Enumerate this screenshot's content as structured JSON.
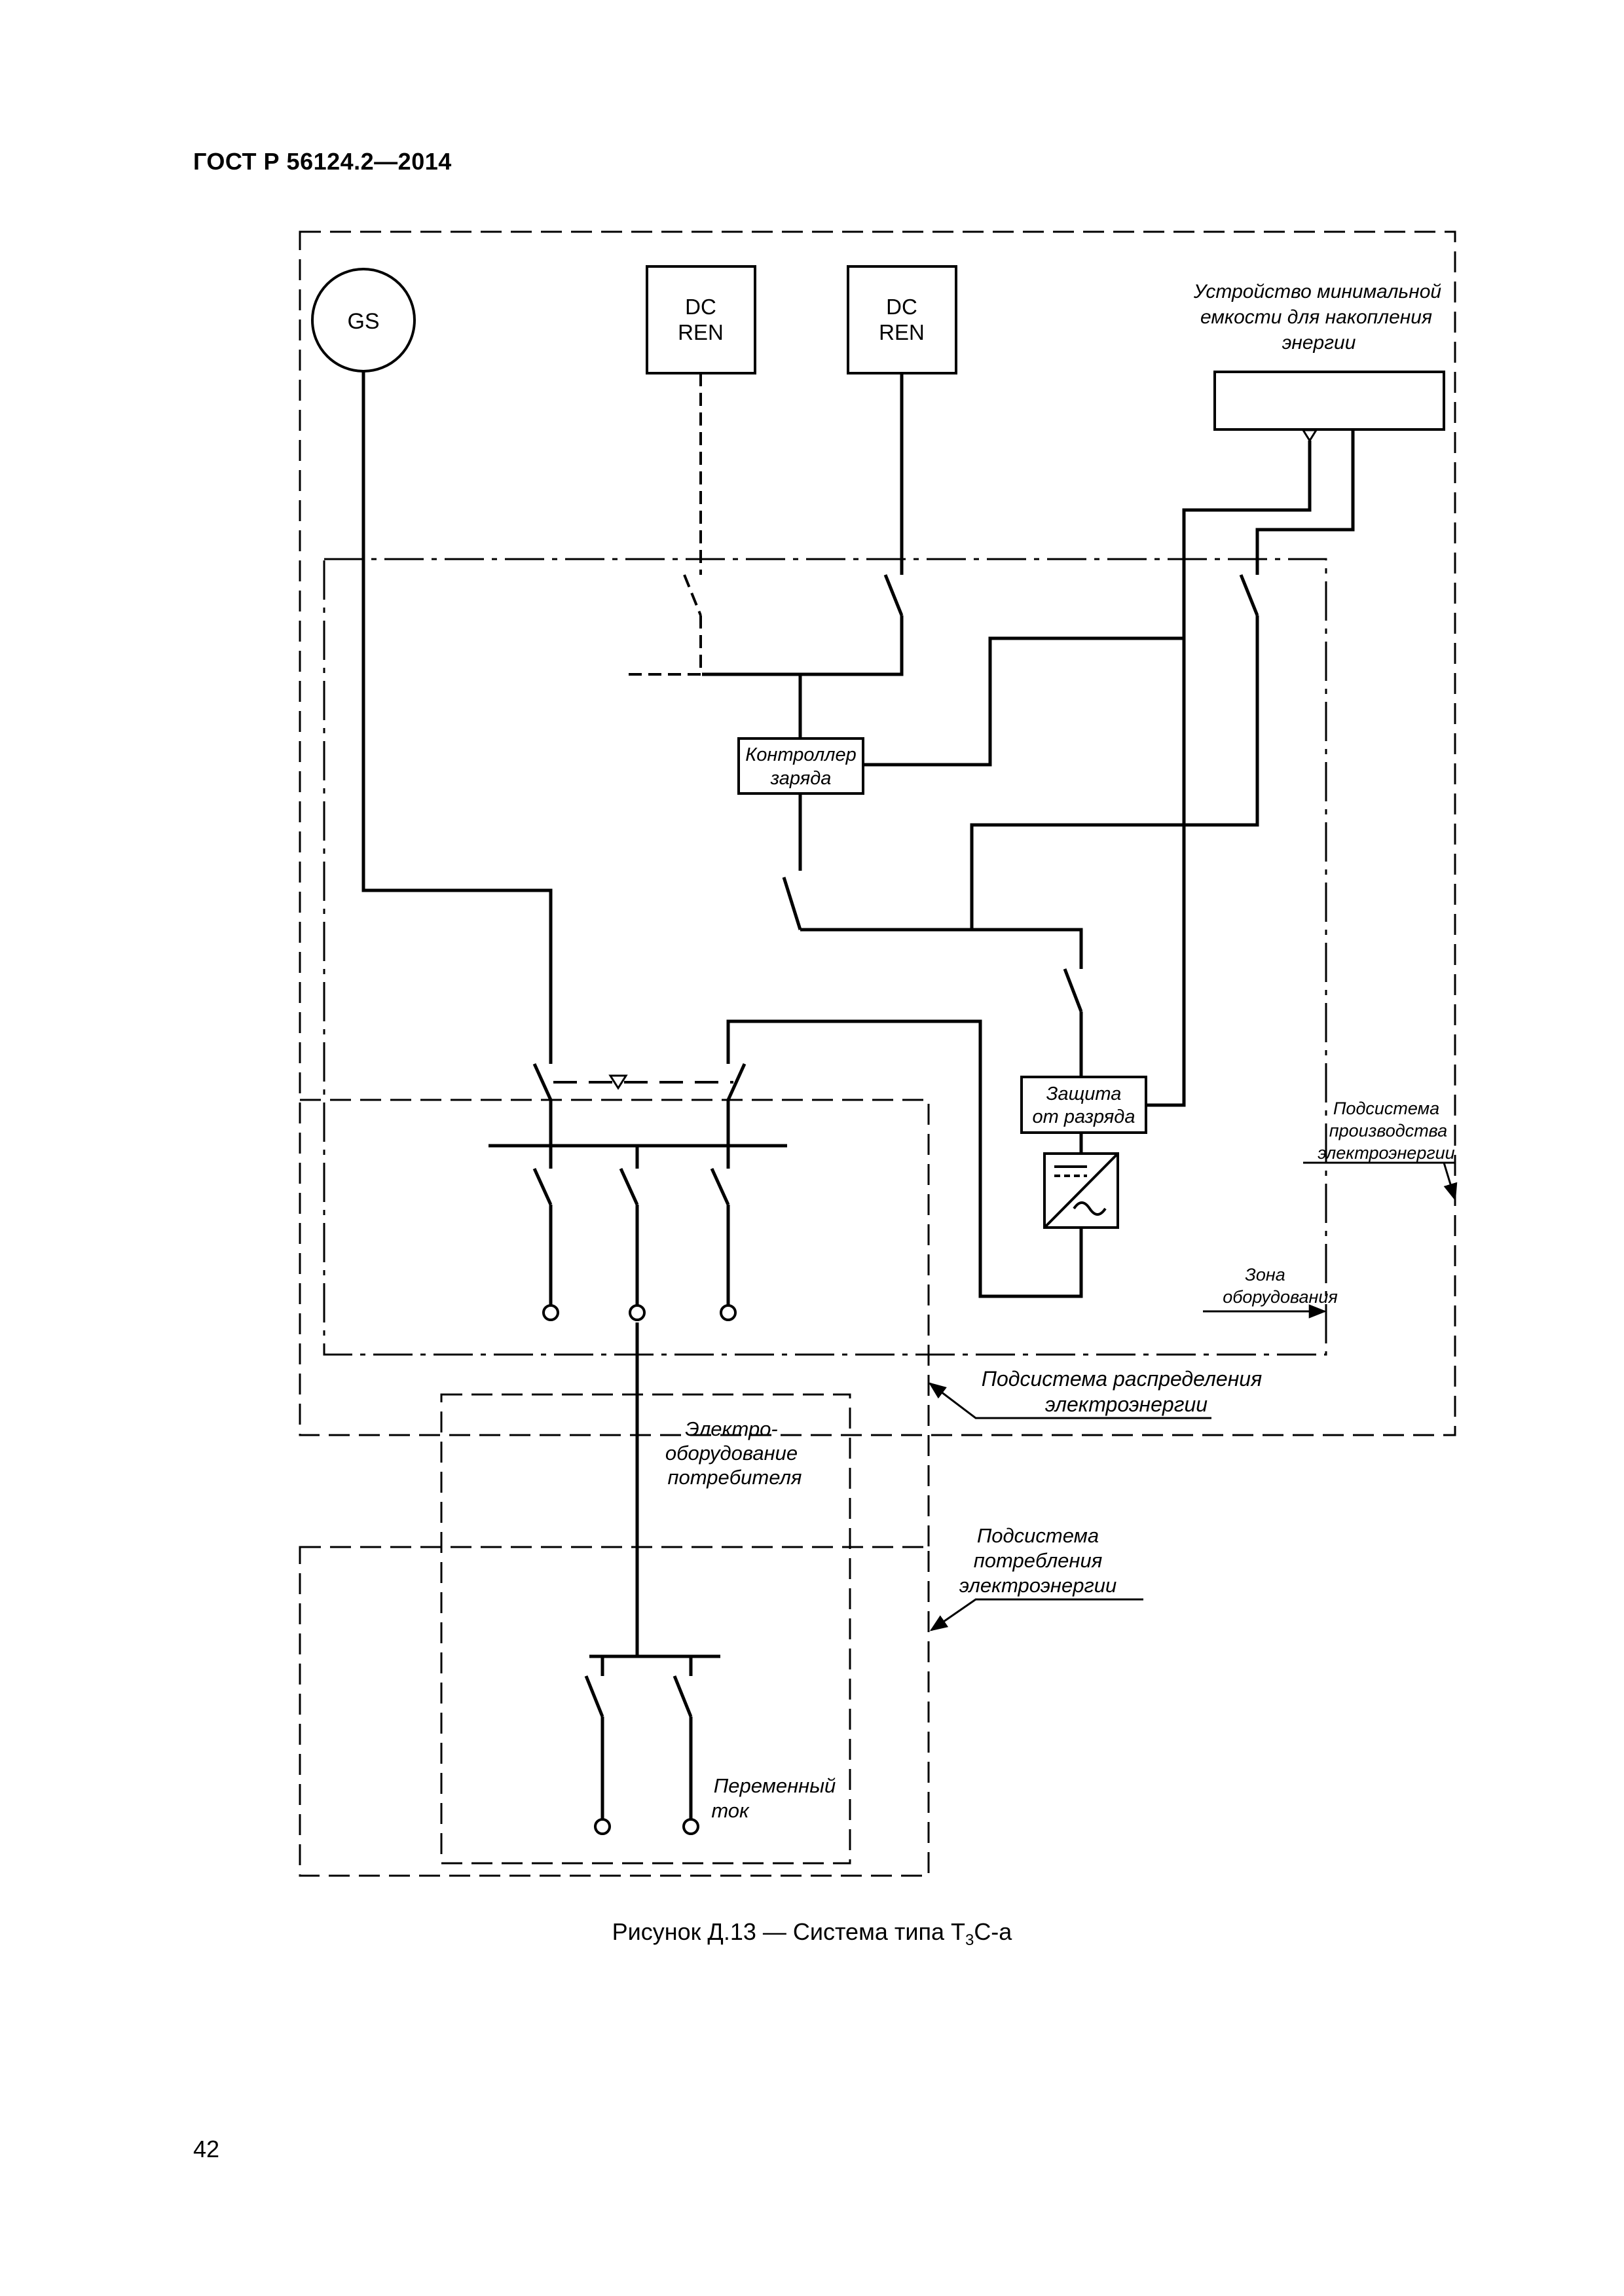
{
  "header": {
    "doc_id": "ГОСТ Р 56124.2—2014"
  },
  "page_number": "42",
  "figure": {
    "caption_prefix": "Рисунок Д.13 — Система типа Т",
    "caption_sub": "3",
    "caption_suffix": "С-а"
  },
  "diagram": {
    "gs_label": "GS",
    "dc_ren_1": {
      "line1": "DC",
      "line2": "REN"
    },
    "dc_ren_2": {
      "line1": "DC",
      "line2": "REN"
    },
    "storage_device": {
      "line1": "Устройство минимальной",
      "line2": "емкости для накопления",
      "line3": "энергии"
    },
    "charge_controller": {
      "line1": "Контроллер",
      "line2": "заряда"
    },
    "discharge_protection": {
      "line1": "Защита",
      "line2": "от разряда"
    },
    "production_subsystem": {
      "line1": "Подсистема",
      "line2": "производства",
      "line3": "электроэнергии"
    },
    "equipment_zone": {
      "line1": "Зона",
      "line2": "оборудования"
    },
    "distribution_subsystem": {
      "line1": "Подсистема распределения",
      "line2": "электроэнергии"
    },
    "consumer_equipment": {
      "line1": "Электро-",
      "line2": "оборудование",
      "line3": "потребителя"
    },
    "consumption_subsystem": {
      "line1": "Подсистема",
      "line2": "потребления",
      "line3": "электроэнергии"
    },
    "ac_label": {
      "line1": "Переменный",
      "line2": "ток"
    }
  }
}
